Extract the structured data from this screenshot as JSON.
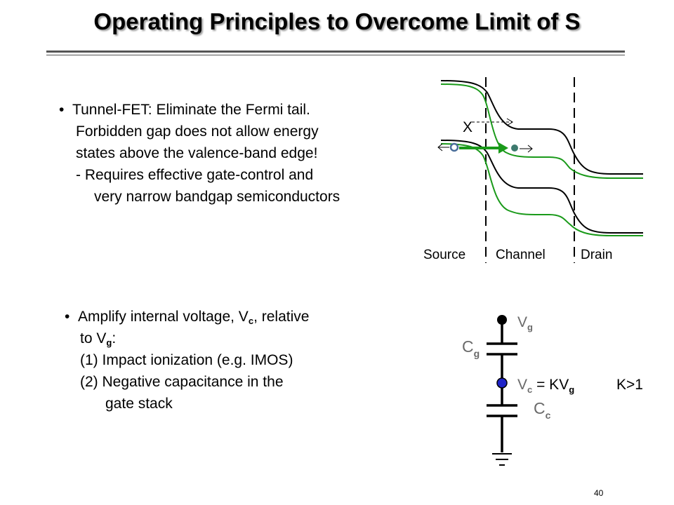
{
  "title": "Operating Principles to Overcome Limit of S",
  "section1": {
    "bullet": "•",
    "line1": "Tunnel-FET:  Eliminate the Fermi tail.",
    "line2": "Forbidden gap does not allow energy",
    "line3": "states above the valence-band edge!",
    "line4": "-  Requires effective gate-control and",
    "line5": "very narrow bandgap semiconductors"
  },
  "section2": {
    "bullet": "•",
    "line1_pre": "Amplify internal voltage, V",
    "line1_sub": "c",
    "line1_post": ", relative",
    "line2_pre": "to V",
    "line2_sub": "g",
    "line2_post": ":",
    "line3": "(1) Impact ionization (e.g. IMOS)",
    "line4": "(2) Negative capacitance in the",
    "line5": "gate stack"
  },
  "band_diagram": {
    "label_x": "X",
    "region_source": "Source",
    "region_channel": "Channel",
    "region_drain": "Drain",
    "colors": {
      "unbiased": "#000000",
      "biased": "#1a9a1a",
      "hole": "#4a6e9a",
      "electron": "#3d7a6e"
    }
  },
  "circuit": {
    "vg": "V",
    "vg_sub": "g",
    "cg": "C",
    "cg_sub": "g",
    "vc": "V",
    "vc_sub": "c",
    "eq": " = KV",
    "eq_sub": "g",
    "cc": "C",
    "cc_sub": "c",
    "cond": "K>1",
    "node_colors": {
      "top": "#000000",
      "mid": "#1f24c8"
    }
  },
  "page_number": "40"
}
